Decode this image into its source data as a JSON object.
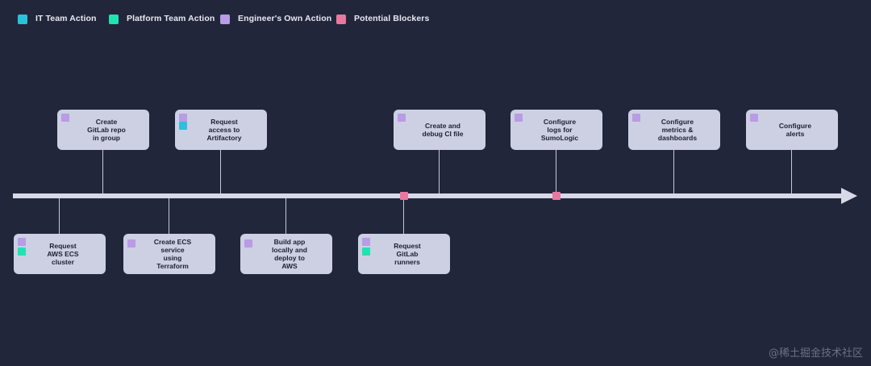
{
  "colors": {
    "background": "#22263b",
    "timeline": "#d7d9e8",
    "card": "#ccd0e2",
    "it": "#29c2dc",
    "platform": "#20e3b2",
    "engineer": "#b99be6",
    "blocker": "#e8789f"
  },
  "legend": [
    {
      "key": "it",
      "label": "IT Team Action"
    },
    {
      "key": "platform",
      "label": "Platform Team Action"
    },
    {
      "key": "engineer",
      "label": "Engineer's Own Action"
    },
    {
      "key": "blocker",
      "label": "Potential Blockers"
    }
  ],
  "steps_above": [
    {
      "label": "Create\nGitLab repo\nin group",
      "owners": [
        "engineer"
      ]
    },
    {
      "label": "Request\naccess to\nArtifactory",
      "owners": [
        "engineer",
        "it"
      ]
    },
    {
      "label": "Create and\ndebug CI file",
      "owners": [
        "engineer"
      ]
    },
    {
      "label": "Configure\nlogs for\nSumoLogic",
      "owners": [
        "engineer"
      ]
    },
    {
      "label": "Configure\nmetrics &\ndashboards",
      "owners": [
        "engineer"
      ]
    },
    {
      "label": "Configure\nalerts",
      "owners": [
        "engineer"
      ]
    }
  ],
  "steps_below": [
    {
      "label": "Request\nAWS ECS\ncluster",
      "owners": [
        "engineer",
        "platform"
      ]
    },
    {
      "label": "Create ECS\nservice\nusing\nTerraform",
      "owners": [
        "engineer"
      ]
    },
    {
      "label": "Build app\nlocally and\ndeploy to\nAWS",
      "owners": [
        "engineer"
      ]
    },
    {
      "label": "Request\nGitLab\nrunners",
      "owners": [
        "engineer",
        "platform"
      ]
    }
  ],
  "watermark": "@稀土掘金技术社区"
}
